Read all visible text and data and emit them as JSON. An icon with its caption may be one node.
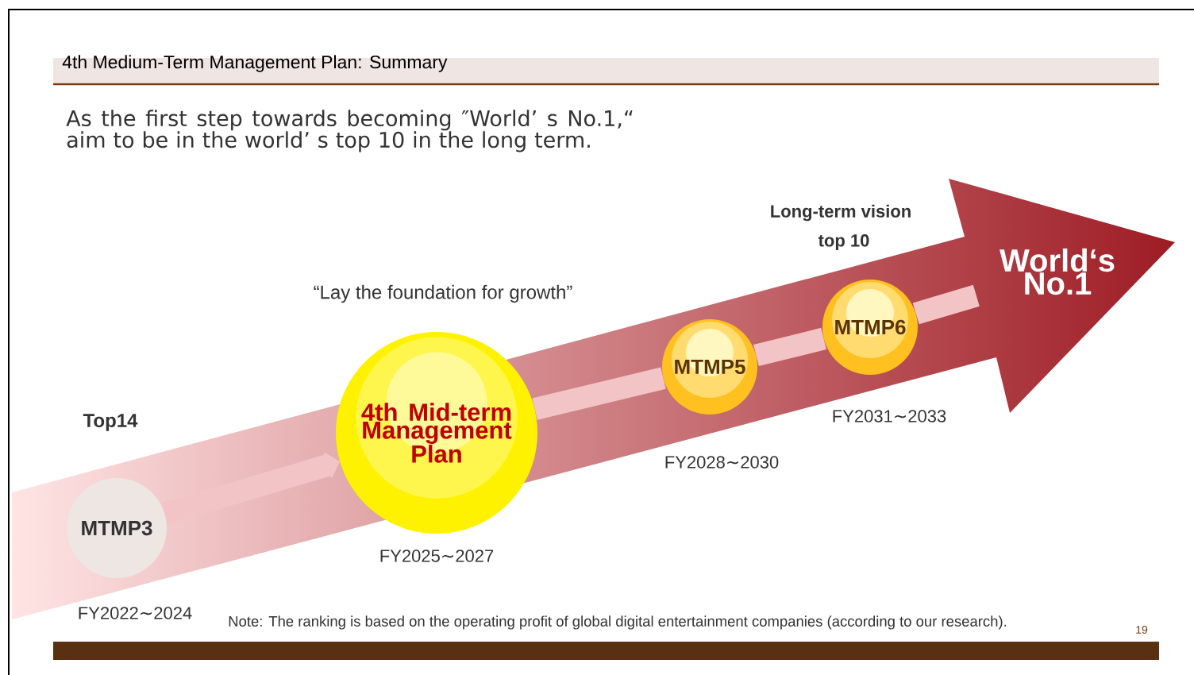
{
  "diagram": {
    "title": "4th Medium-Term Management Plan: Summary",
    "nodes": [
      {
        "text": [
          "MTMP3"
        ],
        "beside": [
          "FY2022∼2024"
        ]
      },
      {
        "text": [
          "4th Mid-term Management Plan"
        ],
        "beside": [
          "FY2025∼2027"
        ]
      },
      {
        "text": [
          "MTMP5"
        ],
        "beside": [
          "FY2028∼2030"
        ]
      },
      {
        "text": [
          "MTMP6"
        ],
        "beside": [
          "FY2031∼2033"
        ]
      },
      {
        "text": [
          "World‘s No.1"
        ]
      }
    ],
    "edges": [
      {
        "from": 0,
        "to": 1,
        "arrow": "to"
      },
      {
        "from": 1,
        "to": 2,
        "arrow": "none"
      },
      {
        "from": 2,
        "to": 3,
        "arrow": "none"
      },
      {
        "from": 3,
        "to": 4,
        "arrow": "none"
      }
    ],
    "labels": [
      "As the first step towards becoming ″World’ s No.1,“ aim to be in the world’ s top 10 in the long term.",
      "Long-term vision",
      "top 10",
      "“Lay the foundation for growth”",
      "Top14",
      "Note: The ranking is based on the operating profit of global digital entertainment companies (according to our research).",
      "19"
    ]
  }
}
